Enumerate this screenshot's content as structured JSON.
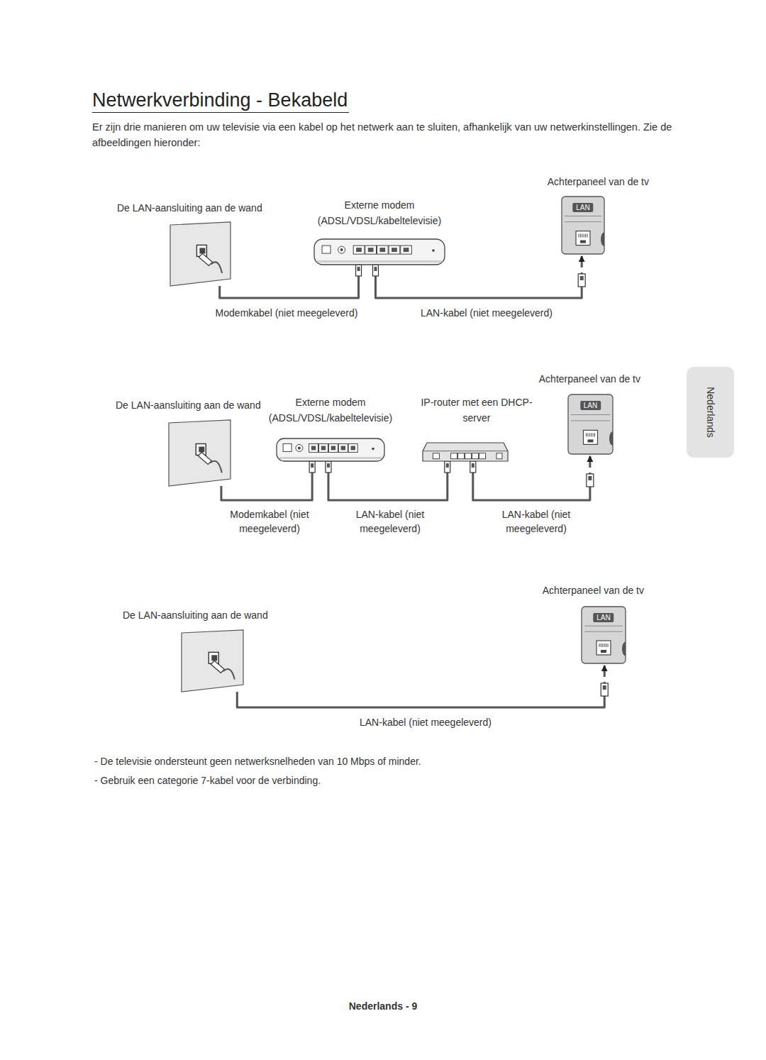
{
  "diagram": {
    "title": "Netwerkverbinding - Bekabeld",
    "nodes": [
      {
        "text": [
          "De LAN-aansluiting aan de wand"
        ]
      },
      {
        "text": [
          "Externe modem (ADSL/VDSL/kabeltelevisie)"
        ]
      },
      {
        "text": [
          "Achterpaneel van de tv",
          "LAN"
        ]
      },
      {
        "text": [
          "De LAN-aansluiting aan de wand"
        ]
      },
      {
        "text": [
          "Externe modem (ADSL/VDSL/kabeltelevisie)"
        ]
      },
      {
        "text": [
          "IP-router met een DHCP- server"
        ]
      },
      {
        "text": [
          "Achterpaneel van de tv",
          "LAN"
        ]
      },
      {
        "text": [
          "De LAN-aansluiting aan de wand"
        ]
      },
      {
        "text": [
          "Achterpaneel van de tv",
          "LAN"
        ]
      },
      {
        "text": [
          "Nederlands"
        ]
      }
    ],
    "edges": [
      {
        "from": 0,
        "to": 1,
        "arrow": "none",
        "label": "Modemkabel (niet meegeleverd)"
      },
      {
        "from": 1,
        "to": 2,
        "arrow": "to",
        "label": "LAN-kabel (niet meegeleverd)"
      },
      {
        "from": 3,
        "to": 4,
        "arrow": "none",
        "label": "Modemkabel (niet meegeleverd)"
      },
      {
        "from": 4,
        "to": 5,
        "arrow": "none",
        "label": "LAN-kabel (niet meegeleverd)"
      },
      {
        "from": 5,
        "to": 6,
        "arrow": "to",
        "label": "LAN-kabel (niet meegeleverd)"
      },
      {
        "from": 7,
        "to": 8,
        "arrow": "to",
        "label": "LAN-kabel (niet meegeleverd)"
      }
    ],
    "labels": [
      "Er zijn drie manieren om uw televisie via een kabel op het netwerk aan te sluiten, afhankelijk van uw netwerkinstellingen. Zie de afbeeldingen hieronder:",
      "- De televisie ondersteunt geen netwerksnelheden van 10 Mbps of minder.",
      "- Gebruik een categorie 7-kabel voor de verbinding.",
      "Nederlands - 9"
    ]
  }
}
